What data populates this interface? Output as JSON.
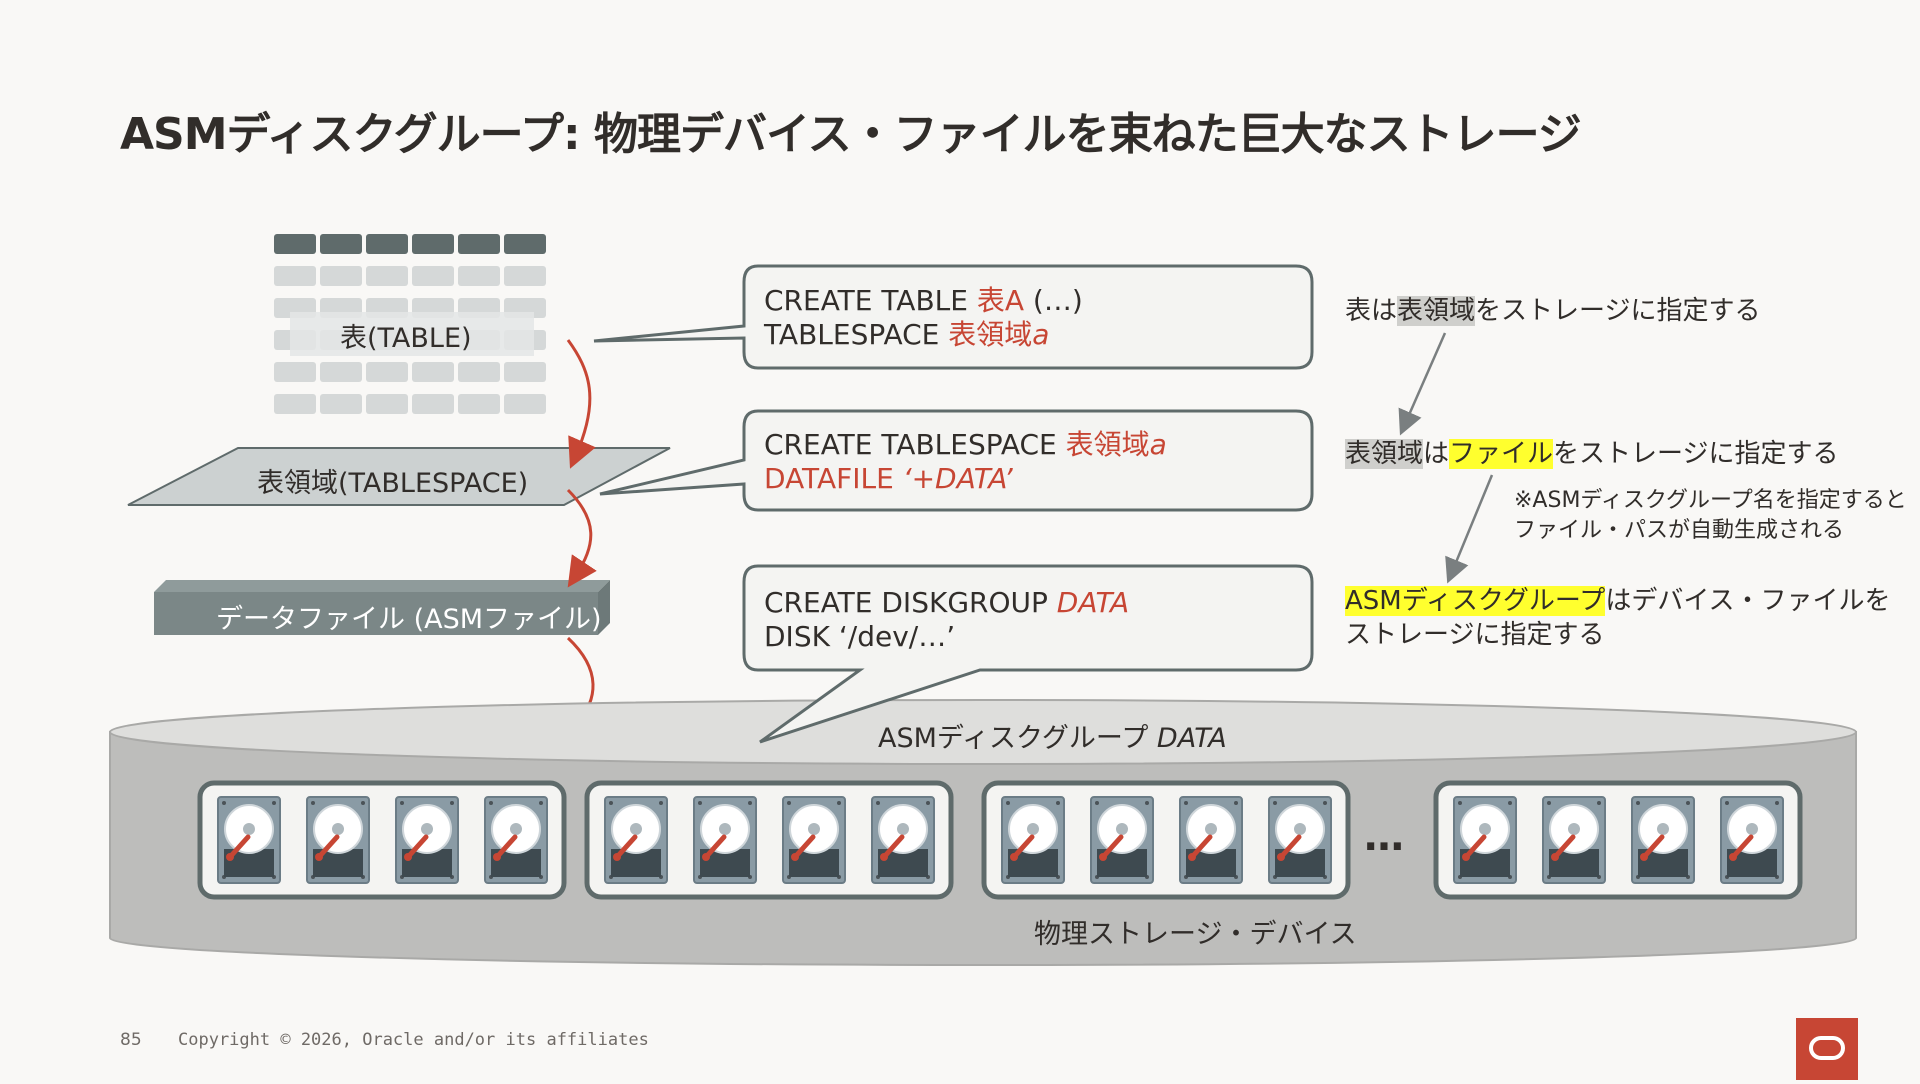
{
  "title": "ASMディスクグループ: 物理デバイス・ファイルを束ねた巨大なストレージ",
  "layers": {
    "table": "表(TABLE)",
    "tablespace": "表領域(TABLESPACE)",
    "datafile": "データファイル (ASMファイル)",
    "diskgroup_prefix": "ASMディスクグループ ",
    "diskgroup_name": "DATA",
    "physical": "物理ストレージ・デバイス",
    "ellipsis": "…"
  },
  "callouts": {
    "c1": {
      "l1_kw": "CREATE TABLE ",
      "l1_obj": "表A",
      "l1_rest": " (…)",
      "l2_kw": "TABLESPACE ",
      "l2_obj": "表領域",
      "l2_var": "a"
    },
    "c2": {
      "l1_kw": "CREATE TABLESPACE ",
      "l1_obj": "表領域",
      "l1_var": "a",
      "l2_kw": "DATAFILE ",
      "l2_val": "‘+DATA’"
    },
    "c3": {
      "l1_kw": "CREATE DISKGROUP ",
      "l1_obj": "DATA",
      "l2": "DISK ‘/dev/…’"
    }
  },
  "notes": {
    "n1_a": "表は",
    "n1_hl": "表領域",
    "n1_b": "をストレージに指定する",
    "n2_hl1": "表領域",
    "n2_a": "は",
    "n2_hl2": "ファイル",
    "n2_b": "をストレージに指定する",
    "n2_sub1": "※ASMディスクグループ名を指定すると",
    "n2_sub2": "ファイル・パスが自動生成される",
    "n3_hl": "ASMディスクグループ",
    "n3_a": "はデバイス・ファイルを",
    "n3_b": "ストレージに指定する"
  },
  "footer": {
    "page": "85",
    "copyright": "Copyright © 2026, Oracle and/or its affiliates"
  },
  "colors": {
    "accent": "#c74634",
    "highlight_yellow": "#ffff2e",
    "highlight_gray": "#cfcfcc",
    "slate": "#5f6b6b"
  }
}
